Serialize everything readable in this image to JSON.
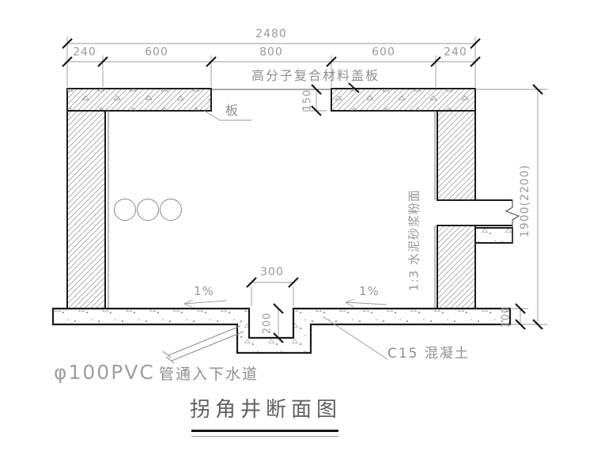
{
  "drawing": {
    "title": "拐角井断面图",
    "labels": {
      "cover_plate": "高分子复合材料盖板",
      "slab": "板",
      "plaster_face": "1:3 水泥砂浆粉面",
      "concrete": "C15 混凝土",
      "pipe_size": "φ100PVC",
      "pipe_note": "管通入下水道",
      "slope_left": "1%",
      "slope_right": "1%"
    },
    "dimensions": {
      "overall_width": "2480",
      "seg_1": "240",
      "seg_2": "600",
      "seg_3": "800",
      "seg_4": "600",
      "seg_5": "240",
      "slab_thickness": "150",
      "wall_height": "1900(2200)",
      "floor_thickness": "100",
      "sump_width": "300",
      "sump_depth": "200"
    },
    "line_colors": {
      "outline": "#1c1c1c",
      "hatch": "#8f8f8f",
      "dimension": "#9a9a9a"
    }
  }
}
